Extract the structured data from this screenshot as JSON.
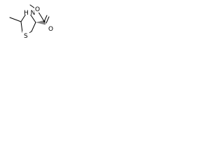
{
  "molecule": {
    "atoms": {
      "nitrogen": "H N",
      "sulfur": "S",
      "carbonyl_oxygen": "O",
      "ester_oxygen": "O"
    },
    "stereo": {
      "c4": "hashed-wedge"
    }
  },
  "colors": {
    "bond": "#000000",
    "text": "#000000",
    "background": "#ffffff"
  }
}
